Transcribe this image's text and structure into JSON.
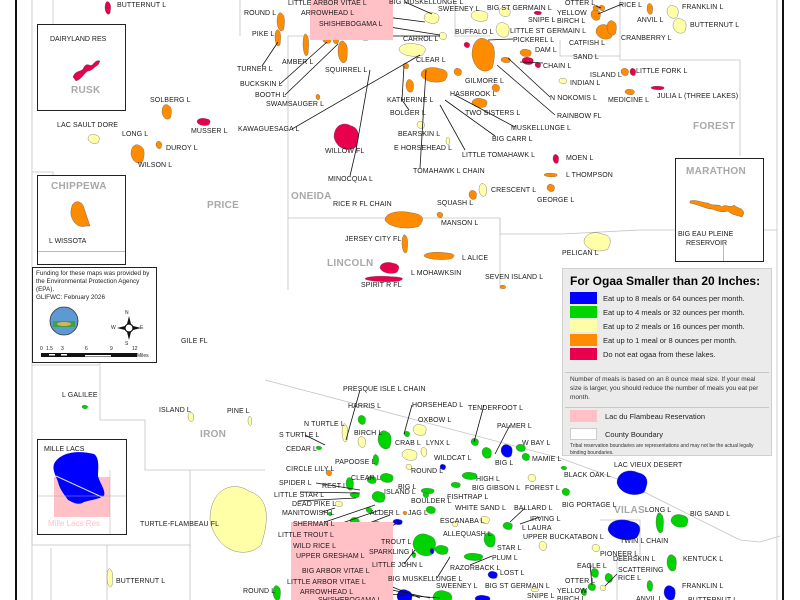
{
  "advisory_colors": {
    "8-meals": "#0000ff",
    "4-meals": "#00d400",
    "2-meals": "#ffffa8",
    "1-meal": "#ff8c00",
    "do-not-eat": "#e8004c",
    "none": null
  },
  "legend": {
    "title": "For Ogaa Smaller than 20 Inches:",
    "items": [
      {
        "key": "8-meals",
        "label": "Eat up to 8 meals or 64 ounces per month.",
        "color": "#0000ff"
      },
      {
        "key": "4-meals",
        "label": "Eat up to 4 meals or 32 ounces per month.",
        "color": "#00d400"
      },
      {
        "key": "2-meals",
        "label": "Eat up to 2 meals or 16 ounces per month.",
        "color": "#ffffa8"
      },
      {
        "key": "1-meal",
        "label": "Eat up to 1 meal or 8 ounces per month.",
        "color": "#ff8c00"
      },
      {
        "key": "do-not-eat",
        "label": "Do not eat ogaa from these lakes.",
        "color": "#e8004c"
      }
    ],
    "meal_note": "Number of meals is based on an 8 ounce meal size. If your meal size is larger, you should reduce the number of meals you eat per month.",
    "reservation_label": "Lac du Flambeau Reservation",
    "reservation_color": "#ffc0c6",
    "county_label": "County Boundary",
    "tribal_note": "Tribal reservation boundaries are representations and may not be the actual legally binding boundaries."
  },
  "credits": {
    "funding": "Funding for these maps was provided by the Environmental Protection Agency (EPA).",
    "agency_date": "GLIFWC: February 2026",
    "compass": {
      "n": "N",
      "s": "S",
      "e": "E",
      "w": "W"
    },
    "scale_ticks": [
      "0",
      "1.5",
      "3",
      "6",
      "9",
      "12"
    ],
    "scale_unit": "Miles"
  },
  "insets": {
    "dairyland": {
      "lake": "DAIRYLAND RES",
      "county": "RUSK",
      "advisory": "do-not-eat"
    },
    "chippewa": {
      "county": "CHIPPEWA",
      "lake": "L WISSOTA",
      "advisory": "1-meal"
    },
    "marathon": {
      "county": "MARATHON",
      "lake_line1": "BIG EAU PLEINE",
      "lake_line2": "RESERVOIR",
      "advisory": "1-meal"
    },
    "mille_lacs": {
      "lake": "MILLE LACS",
      "reservation": "Mille Lacs Res",
      "advisory": "8-meals"
    }
  },
  "counties": {
    "upper": [
      "PRICE",
      "ONEIDA",
      "LINCOLN",
      "FOREST"
    ],
    "lower": [
      "IRON",
      "VILAS"
    ]
  },
  "upper_lakes": [
    {
      "name": "BUTTERNUT L",
      "advisory": "do-not-eat"
    },
    {
      "name": "ROUND L",
      "advisory": "1-meal"
    },
    {
      "name": "PIKE L",
      "advisory": "1-meal"
    },
    {
      "name": "LITTLE ARBOR VITAE L",
      "advisory": "none"
    },
    {
      "name": "ARROWHEAD L",
      "advisory": "none"
    },
    {
      "name": "SHISHEBOGAMA L",
      "advisory": "none"
    },
    {
      "name": "BIG MUSKELLUNGE L",
      "advisory": "2-meals"
    },
    {
      "name": "SWEENEY L",
      "advisory": "2-meals"
    },
    {
      "name": "BIG ST GERMAIN L",
      "advisory": "2-meals"
    },
    {
      "name": "BUFFALO L",
      "advisory": "do-not-eat"
    },
    {
      "name": "LITTLE ST GERMAIN L",
      "advisory": "2-meals"
    },
    {
      "name": "CARROL L",
      "advisory": "2-meals"
    },
    {
      "name": "CLEAR L",
      "advisory": "2-meals"
    },
    {
      "name": "AMBER L",
      "advisory": "1-meal"
    },
    {
      "name": "TURNER L",
      "advisory": "none"
    },
    {
      "name": "SQUIRREL L",
      "advisory": "1-meal"
    },
    {
      "name": "BUCKSKIN L",
      "advisory": "1-meal"
    },
    {
      "name": "BOOTH L",
      "advisory": "1-meal"
    },
    {
      "name": "SWAMSAUGER L",
      "advisory": "1-meal"
    },
    {
      "name": "KAWAGUESAGA L",
      "advisory": "2-meals"
    },
    {
      "name": "WILLOW FL",
      "advisory": "do-not-eat"
    },
    {
      "name": "MINOCQUA L",
      "advisory": "none"
    },
    {
      "name": "KATHERINE L",
      "advisory": "1-meal"
    },
    {
      "name": "BOLGER L",
      "advisory": "1-meal"
    },
    {
      "name": "BEARSKIN L",
      "advisory": "2-meals"
    },
    {
      "name": "E HORSEHEAD L",
      "advisory": "2-meals"
    },
    {
      "name": "TOMAHAWK L CHAIN",
      "advisory": "1-meal"
    },
    {
      "name": "LITTLE TOMAHAWK L",
      "advisory": "none"
    },
    {
      "name": "BIG CARR L",
      "advisory": "none"
    },
    {
      "name": "MUSKELLUNGE L",
      "advisory": "1-meal"
    },
    {
      "name": "TWO SISTERS L",
      "advisory": "1-meal"
    },
    {
      "name": "HASBROOK L",
      "advisory": "1-meal"
    },
    {
      "name": "GILMORE L",
      "advisory": "1-meal"
    },
    {
      "name": "RAINBOW FL",
      "advisory": "none"
    },
    {
      "name": "N NOKOMIS L",
      "advisory": "1-meal"
    },
    {
      "name": "CHAIN L",
      "advisory": "do-not-eat"
    },
    {
      "name": "SAND L",
      "advisory": "do-not-eat"
    },
    {
      "name": "DAM L",
      "advisory": "1-meal"
    },
    {
      "name": "PICKEREL L",
      "advisory": "none"
    },
    {
      "name": "CATFISH L",
      "advisory": "1-meal"
    },
    {
      "name": "SNIPE L",
      "advisory": "do-not-eat"
    },
    {
      "name": "YELLOW BIRCH L",
      "advisory": "1-meal"
    },
    {
      "name": "OTTER L",
      "advisory": "1-meal"
    },
    {
      "name": "RICE L",
      "advisory": "1-meal"
    },
    {
      "name": "ANVIL L",
      "advisory": "1-meal"
    },
    {
      "name": "CRANBERRY L",
      "advisory": "1-meal"
    },
    {
      "name": "FRANKLIN L",
      "advisory": "2-meals"
    },
    {
      "name": "BUTTERNUT L",
      "advisory": "2-meals"
    },
    {
      "name": "ISLAND L",
      "advisory": "1-meal"
    },
    {
      "name": "INDIAN L",
      "advisory": "2-meals"
    },
    {
      "name": "LITTLE FORK L",
      "advisory": "do-not-eat"
    },
    {
      "name": "MEDICINE L",
      "advisory": "1-meal"
    },
    {
      "name": "JULIA L (THREE LAKES)",
      "advisory": "do-not-eat"
    },
    {
      "name": "MOEN L",
      "advisory": "do-not-eat"
    },
    {
      "name": "L THOMPSON",
      "advisory": "1-meal"
    },
    {
      "name": "CRESCENT L",
      "advisory": "2-meals"
    },
    {
      "name": "GEORGE L",
      "advisory": "1-meal"
    },
    {
      "name": "SQUASH L",
      "advisory": "1-meal"
    },
    {
      "name": "MANSON L",
      "advisory": "1-meal"
    },
    {
      "name": "RICE R FL CHAIN",
      "advisory": "1-meal"
    },
    {
      "name": "JERSEY CITY FL",
      "advisory": "1-meal"
    },
    {
      "name": "L ALICE",
      "advisory": "1-meal"
    },
    {
      "name": "L MOHAWKSIN",
      "advisory": "do-not-eat"
    },
    {
      "name": "SPIRIT R FL",
      "advisory": "do-not-eat"
    },
    {
      "name": "SEVEN ISLAND L",
      "advisory": "1-meal"
    },
    {
      "name": "PELICAN L",
      "advisory": "2-meals"
    },
    {
      "name": "SOLBERG L",
      "advisory": "1-meal"
    },
    {
      "name": "LAC SAULT DORE",
      "advisory": "2-meals"
    },
    {
      "name": "LONG L",
      "advisory": "1-meal"
    },
    {
      "name": "MUSSER L",
      "advisory": "do-not-eat"
    },
    {
      "name": "DUROY L",
      "advisory": "1-meal"
    },
    {
      "name": "WILSON L",
      "advisory": "none"
    }
  ],
  "lower_lakes": [
    {
      "name": "GILE FL",
      "advisory": "none"
    },
    {
      "name": "L GALILEE",
      "advisory": "4-meals"
    },
    {
      "name": "ISLAND L",
      "advisory": "2-meals"
    },
    {
      "name": "PINE L",
      "advisory": "2-meals"
    },
    {
      "name": "TURTLE-FLAMBEAU FL",
      "advisory": "2-meals"
    },
    {
      "name": "BUTTERNUT L",
      "advisory": "2-meals"
    },
    {
      "name": "ROUND L",
      "advisory": "4-meals"
    },
    {
      "name": "PRESQUE ISLE L CHAIN",
      "advisory": "4-meals"
    },
    {
      "name": "HARRIS L",
      "advisory": "4-meals"
    },
    {
      "name": "HORSEHEAD L",
      "advisory": "4-meals"
    },
    {
      "name": "TENDERFOOT L",
      "advisory": "4-meals"
    },
    {
      "name": "OXBOW L",
      "advisory": "2-meals"
    },
    {
      "name": "N TURTLE L",
      "advisory": "2-meals"
    },
    {
      "name": "S TURTLE L",
      "advisory": "none"
    },
    {
      "name": "BIRCH L",
      "advisory": "2-meals"
    },
    {
      "name": "PALMER L",
      "advisory": "4-meals"
    },
    {
      "name": "CRAB L",
      "advisory": "2-meals"
    },
    {
      "name": "LYNX L",
      "advisory": "2-meals"
    },
    {
      "name": "W BAY L",
      "advisory": "4-meals"
    },
    {
      "name": "BIG L",
      "advisory": "8-meals"
    },
    {
      "name": "MAMIE L",
      "advisory": "4-meals"
    },
    {
      "name": "CEDAR L",
      "advisory": "4-meals"
    },
    {
      "name": "WILDCAT L",
      "advisory": "8-meals"
    },
    {
      "name": "PAPOOSE L",
      "advisory": "4-meals"
    },
    {
      "name": "CIRCLE LILY L",
      "advisory": "1-meal"
    },
    {
      "name": "ROUND L",
      "advisory": "2-meals"
    },
    {
      "name": "CLEAR L",
      "advisory": "4-meals"
    },
    {
      "name": "BIG L",
      "advisory": "4-meals"
    },
    {
      "name": "HIGH L",
      "advisory": "4-meals"
    },
    {
      "name": "BIG GIBSON L",
      "advisory": "4-meals"
    },
    {
      "name": "FOREST L",
      "advisory": "2-meals"
    },
    {
      "name": "SPIDER L",
      "advisory": "4-meals"
    },
    {
      "name": "REST L",
      "advisory": "none"
    },
    {
      "name": "ISLAND L",
      "advisory": "4-meals"
    },
    {
      "name": "LITTLE STAR L",
      "advisory": "4-meals"
    },
    {
      "name": "FISHTRAP L",
      "advisory": "4-meals"
    },
    {
      "name": "DEAD PIKE L",
      "advisory": "2-meals"
    },
    {
      "name": "BOULDER L",
      "advisory": "4-meals"
    },
    {
      "name": "WHITE SAND L",
      "advisory": "4-meals"
    },
    {
      "name": "BALLARD L",
      "advisory": "2-meals"
    },
    {
      "name": "MANITOWISH L",
      "advisory": "4-meals"
    },
    {
      "name": "ALDER L",
      "advisory": "4-meals"
    },
    {
      "name": "JAG L",
      "advisory": "1-meal"
    },
    {
      "name": "ESCANABA L",
      "advisory": "2-meals"
    },
    {
      "name": "IRVING L",
      "advisory": "4-meals"
    },
    {
      "name": "SHERMAN L",
      "advisory": "4-meals"
    },
    {
      "name": "L LAURA",
      "advisory": "none"
    },
    {
      "name": "LITTLE TROUT L",
      "advisory": "4-meals"
    },
    {
      "name": "ALLEQUASH L",
      "advisory": "4-meals"
    },
    {
      "name": "UPPER BUCKATABON L",
      "advisory": "2-meals"
    },
    {
      "name": "WILD RICE L",
      "advisory": "none"
    },
    {
      "name": "TROUT L",
      "advisory": "4-meals"
    },
    {
      "name": "STAR L",
      "advisory": "4-meals"
    },
    {
      "name": "SPARKLING L",
      "advisory": "4-meals"
    },
    {
      "name": "PLUM L",
      "advisory": "4-meals"
    },
    {
      "name": "UPPER GRESHAM L",
      "advisory": "8-meals"
    },
    {
      "name": "LITTLE JOHN L",
      "advisory": "8-meals"
    },
    {
      "name": "RAZORBACK L",
      "advisory": "4-meals"
    },
    {
      "name": "BIG ARBOR VITAE L",
      "advisory": "8-meals"
    },
    {
      "name": "BIG MUSKELLUNGE L",
      "advisory": "4-meals"
    },
    {
      "name": "LOST L",
      "advisory": "8-meals"
    },
    {
      "name": "LITTLE ARBOR VITAE L",
      "advisory": "none"
    },
    {
      "name": "SWEENEY L",
      "advisory": "none"
    },
    {
      "name": "BIG ST GERMAIN L",
      "advisory": "8-meals"
    },
    {
      "name": "ARROWHEAD L",
      "advisory": "none"
    },
    {
      "name": "SHISHEBOGAMA L",
      "advisory": "none"
    },
    {
      "name": "SNIPE L",
      "advisory": "2-meals"
    },
    {
      "name": "EAGLE L",
      "advisory": "4-meals"
    },
    {
      "name": "OTTER L",
      "advisory": "4-meals"
    },
    {
      "name": "YELLOW BIRCH L",
      "advisory": "4-meals"
    },
    {
      "name": "SCATTERING RICE L",
      "advisory": "2-meals"
    },
    {
      "name": "DEERSKIN L",
      "advisory": "4-meals"
    },
    {
      "name": "PIONEER L",
      "advisory": "2-meals"
    },
    {
      "name": "ANVIL L",
      "advisory": "4-meals"
    },
    {
      "name": "FRANKLIN L",
      "advisory": "8-meals"
    },
    {
      "name": "BUTTERNUT L",
      "advisory": "8-meals"
    },
    {
      "name": "KENTUCK L",
      "advisory": "4-meals"
    },
    {
      "name": "TWIN L CHAIN",
      "advisory": "8-meals"
    },
    {
      "name": "LONG L",
      "advisory": "4-meals"
    },
    {
      "name": "BIG SAND L",
      "advisory": "4-meals"
    },
    {
      "name": "BIG PORTAGE L",
      "advisory": "4-meals"
    },
    {
      "name": "BLACK OAK L",
      "advisory": "4-meals"
    },
    {
      "name": "LAC VIEUX DESERT",
      "advisory": "8-meals"
    }
  ]
}
